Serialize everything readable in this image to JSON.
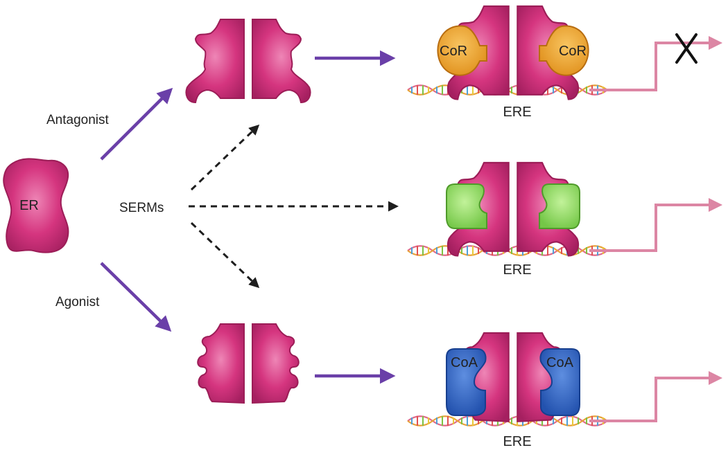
{
  "labels": {
    "er": "ER",
    "antagonist": "Antagonist",
    "agonist": "Agonist",
    "serms": "SERMs",
    "corepressor": "CoR",
    "coactivator": "CoA",
    "ere": "ERE"
  },
  "colors": {
    "receptor": "#d5357f",
    "receptor_dark": "#9c1d57",
    "corepressor": "#f0a22a",
    "serm_cofactor": "#8fd861",
    "coactivator": "#2f62c1",
    "pathway_arrow": "#6a3fa8",
    "serm_arrow": "#1e1e1e",
    "transcription_arrow": "#dc86a4",
    "block_mark": "#111111"
  },
  "rows": [
    {
      "cofactor": "corepressor",
      "transcription_blocked": true
    },
    {
      "cofactor": "serm_cofactor",
      "transcription_blocked": false
    },
    {
      "cofactor": "coactivator",
      "transcription_blocked": false
    }
  ]
}
